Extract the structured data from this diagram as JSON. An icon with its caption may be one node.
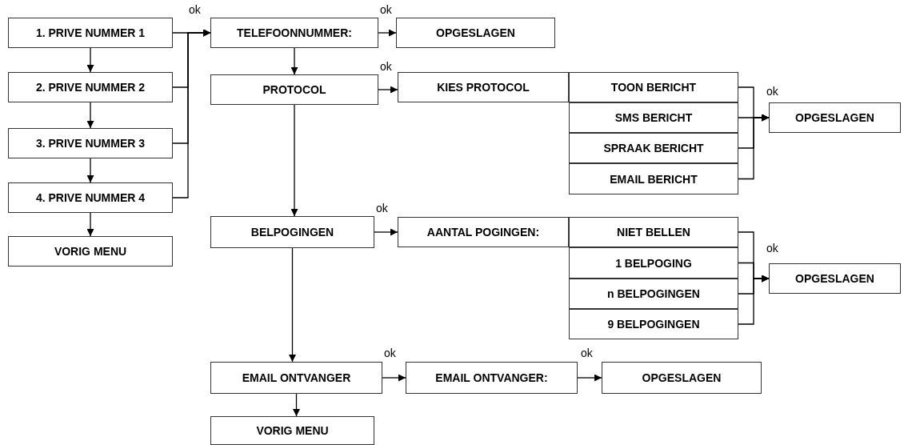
{
  "diagram": {
    "nodes": [
      {
        "text": [
          "1. PRIVE NUMMER 1"
        ]
      },
      {
        "text": [
          "2. PRIVE NUMMER 2"
        ]
      },
      {
        "text": [
          "3. PRIVE NUMMER 3"
        ]
      },
      {
        "text": [
          "4. PRIVE NUMMER 4"
        ]
      },
      {
        "text": [
          "VORIG MENU"
        ]
      },
      {
        "text": [
          "TELEFOONNUMMER:"
        ]
      },
      {
        "text": [
          "OPGESLAGEN"
        ]
      },
      {
        "text": [
          "PROTOCOL"
        ]
      },
      {
        "text": [
          "KIES PROTOCOL"
        ]
      },
      {
        "text": [
          "TOON BERICHT"
        ]
      },
      {
        "text": [
          "SMS BERICHT"
        ]
      },
      {
        "text": [
          "SPRAAK BERICHT"
        ]
      },
      {
        "text": [
          "EMAIL BERICHT"
        ]
      },
      {
        "text": [
          "OPGESLAGEN"
        ]
      },
      {
        "text": [
          "BELPOGINGEN"
        ]
      },
      {
        "text": [
          "AANTAL POGINGEN:"
        ]
      },
      {
        "text": [
          "NIET BELLEN"
        ]
      },
      {
        "text": [
          "1 BELPOGING"
        ]
      },
      {
        "text": [
          "n BELPOGINGEN"
        ]
      },
      {
        "text": [
          "9 BELPOGINGEN"
        ]
      },
      {
        "text": [
          "OPGESLAGEN"
        ]
      },
      {
        "text": [
          "EMAIL ONTVANGER"
        ]
      },
      {
        "text": [
          "EMAIL ONTVANGER:"
        ]
      },
      {
        "text": [
          "OPGESLAGEN"
        ]
      },
      {
        "text": [
          "VORIG MENU"
        ]
      }
    ],
    "edges": [
      {
        "from": 0,
        "to": 1,
        "arrow": "to"
      },
      {
        "from": 1,
        "to": 2,
        "arrow": "to"
      },
      {
        "from": 2,
        "to": 3,
        "arrow": "to"
      },
      {
        "from": 3,
        "to": 4,
        "arrow": "to"
      },
      {
        "from": 0,
        "to": 5,
        "arrow": "to",
        "label": "ok"
      },
      {
        "from": 1,
        "to": 5,
        "arrow": "to"
      },
      {
        "from": 2,
        "to": 5,
        "arrow": "to"
      },
      {
        "from": 3,
        "to": 5,
        "arrow": "to"
      },
      {
        "from": 5,
        "to": 6,
        "arrow": "to",
        "label": "ok"
      },
      {
        "from": 5,
        "to": 7,
        "arrow": "to"
      },
      {
        "from": 7,
        "to": 8,
        "arrow": "to",
        "label": "ok"
      },
      {
        "from": 9,
        "to": 13,
        "arrow": "to",
        "label": "ok"
      },
      {
        "from": 10,
        "to": 13,
        "arrow": "to"
      },
      {
        "from": 11,
        "to": 13,
        "arrow": "to"
      },
      {
        "from": 12,
        "to": 13,
        "arrow": "to"
      },
      {
        "from": 7,
        "to": 14,
        "arrow": "to"
      },
      {
        "from": 14,
        "to": 15,
        "arrow": "to",
        "label": "ok"
      },
      {
        "from": 16,
        "to": 20,
        "arrow": "to",
        "label": "ok"
      },
      {
        "from": 17,
        "to": 20,
        "arrow": "to"
      },
      {
        "from": 18,
        "to": 20,
        "arrow": "to"
      },
      {
        "from": 19,
        "to": 20,
        "arrow": "to"
      },
      {
        "from": 14,
        "to": 21,
        "arrow": "to"
      },
      {
        "from": 21,
        "to": 22,
        "arrow": "to",
        "label": "ok"
      },
      {
        "from": 22,
        "to": 23,
        "arrow": "to",
        "label": "ok"
      },
      {
        "from": 21,
        "to": 24,
        "arrow": "to"
      }
    ]
  }
}
